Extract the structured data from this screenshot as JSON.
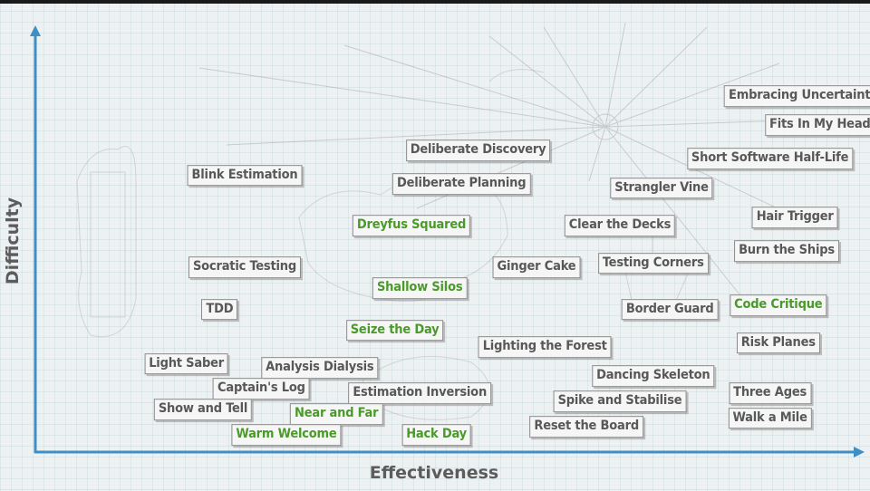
{
  "axes": {
    "x_label": "Effectiveness",
    "y_label": "Difficulty"
  },
  "colors": {
    "axis": "#3d8fc4",
    "label_default": "#585858",
    "label_green": "#4a9a2a",
    "background": "#eef1f2"
  },
  "practices": [
    {
      "name": "Embracing Uncertainty",
      "effectiveness": 0.92,
      "difficulty": 0.84,
      "green": false
    },
    {
      "name": "Fits In My Head",
      "effectiveness": 0.94,
      "difficulty": 0.77,
      "green": false
    },
    {
      "name": "Deliberate Discovery",
      "effectiveness": 0.53,
      "difficulty": 0.71,
      "green": false
    },
    {
      "name": "Short Software Half-Life",
      "effectiveness": 0.88,
      "difficulty": 0.69,
      "green": false
    },
    {
      "name": "Blink Estimation",
      "effectiveness": 0.25,
      "difficulty": 0.65,
      "green": false
    },
    {
      "name": "Deliberate Planning",
      "effectiveness": 0.51,
      "difficulty": 0.63,
      "green": false
    },
    {
      "name": "Strangler Vine",
      "effectiveness": 0.75,
      "difficulty": 0.62,
      "green": false
    },
    {
      "name": "Hair Trigger",
      "effectiveness": 0.91,
      "difficulty": 0.55,
      "green": false
    },
    {
      "name": "Dreyfus Squared",
      "effectiveness": 0.45,
      "difficulty": 0.53,
      "green": true
    },
    {
      "name": "Clear the Decks",
      "effectiveness": 0.7,
      "difficulty": 0.53,
      "green": false
    },
    {
      "name": "Burn the Ships",
      "effectiveness": 0.9,
      "difficulty": 0.47,
      "green": false
    },
    {
      "name": "Socratic Testing",
      "effectiveness": 0.25,
      "difficulty": 0.43,
      "green": false
    },
    {
      "name": "Ginger Cake",
      "effectiveness": 0.6,
      "difficulty": 0.43,
      "green": false
    },
    {
      "name": "Testing Corners",
      "effectiveness": 0.74,
      "difficulty": 0.44,
      "green": false
    },
    {
      "name": "Shallow Silos",
      "effectiveness": 0.46,
      "difficulty": 0.38,
      "green": true
    },
    {
      "name": "Code Critique",
      "effectiveness": 0.89,
      "difficulty": 0.34,
      "green": true
    },
    {
      "name": "TDD",
      "effectiveness": 0.22,
      "difficulty": 0.33,
      "green": false
    },
    {
      "name": "Border Guard",
      "effectiveness": 0.76,
      "difficulty": 0.33,
      "green": false
    },
    {
      "name": "Seize the Day",
      "effectiveness": 0.43,
      "difficulty": 0.28,
      "green": true
    },
    {
      "name": "Lighting the Forest",
      "effectiveness": 0.61,
      "difficulty": 0.24,
      "green": false
    },
    {
      "name": "Risk Planes",
      "effectiveness": 0.89,
      "difficulty": 0.25,
      "green": false
    },
    {
      "name": "Light Saber",
      "effectiveness": 0.18,
      "difficulty": 0.2,
      "green": false
    },
    {
      "name": "Analysis Dialysis",
      "effectiveness": 0.34,
      "difficulty": 0.19,
      "green": false
    },
    {
      "name": "Dancing Skeleton",
      "effectiveness": 0.74,
      "difficulty": 0.17,
      "green": false
    },
    {
      "name": "Captain's Log",
      "effectiveness": 0.27,
      "difficulty": 0.14,
      "green": false
    },
    {
      "name": "Estimation Inversion",
      "effectiveness": 0.46,
      "difficulty": 0.13,
      "green": false
    },
    {
      "name": "Three Ages",
      "effectiveness": 0.88,
      "difficulty": 0.13,
      "green": false
    },
    {
      "name": "Spike and Stabilise",
      "effectiveness": 0.7,
      "difficulty": 0.11,
      "green": false
    },
    {
      "name": "Show and Tell",
      "effectiveness": 0.2,
      "difficulty": 0.09,
      "green": false
    },
    {
      "name": "Near and Far",
      "effectiveness": 0.36,
      "difficulty": 0.08,
      "green": true
    },
    {
      "name": "Walk a Mile",
      "effectiveness": 0.88,
      "difficulty": 0.07,
      "green": false
    },
    {
      "name": "Reset the Board",
      "effectiveness": 0.66,
      "difficulty": 0.05,
      "green": false
    },
    {
      "name": "Warm Welcome",
      "effectiveness": 0.3,
      "difficulty": 0.03,
      "green": true
    },
    {
      "name": "Hack Day",
      "effectiveness": 0.48,
      "difficulty": 0.03,
      "green": true
    }
  ]
}
